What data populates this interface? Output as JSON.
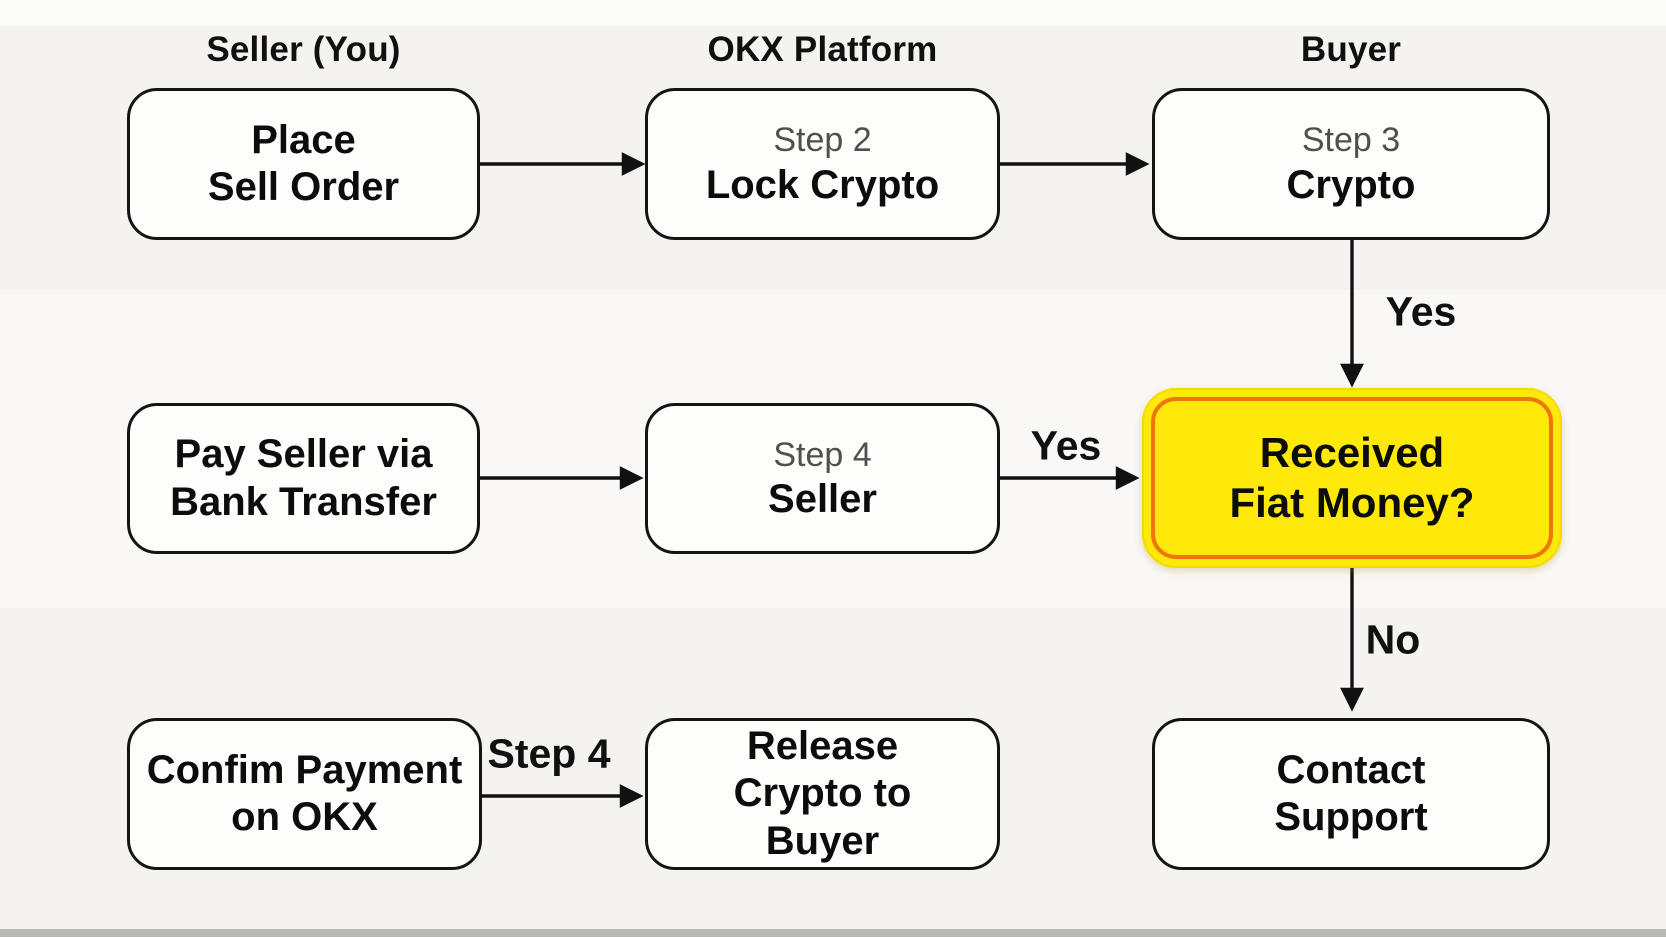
{
  "palette": {
    "background": "#F4F3F0",
    "box_fill": "#FDFDFB",
    "box_border": "#141414",
    "step_text": "#4F4F4F",
    "title_text": "#0C0C0C",
    "highlight_fill": "#FFE90A",
    "highlight_border": "#F0750F",
    "arrow": "#111111"
  },
  "columns": {
    "seller": "Seller (You)",
    "okx": "OKX Platform",
    "buyer": "Buyer"
  },
  "nodes": {
    "place_sell_order": {
      "title": "Place\nSell Order"
    },
    "lock_crypto": {
      "step": "Step 2",
      "title": "Lock Crypto"
    },
    "crypto": {
      "step": "Step 3",
      "title": "Crypto"
    },
    "pay_seller": {
      "title": "Pay Seller via\nBank Transfer"
    },
    "seller_step4": {
      "step": "Step 4",
      "title": "Seller"
    },
    "received_fiat": {
      "title": "Received\nFiat Money?"
    },
    "confirm_payment": {
      "title": "Confim Payment\non OKX"
    },
    "release_crypto": {
      "title": "Release\nCrypto to\nBuyer"
    },
    "contact_support": {
      "title": "Contact\nSupport"
    }
  },
  "edge_labels": {
    "crypto_to_received": "Yes",
    "seller_to_received": "Yes",
    "received_to_contact": "No",
    "confirm_to_release": "Step 4"
  }
}
